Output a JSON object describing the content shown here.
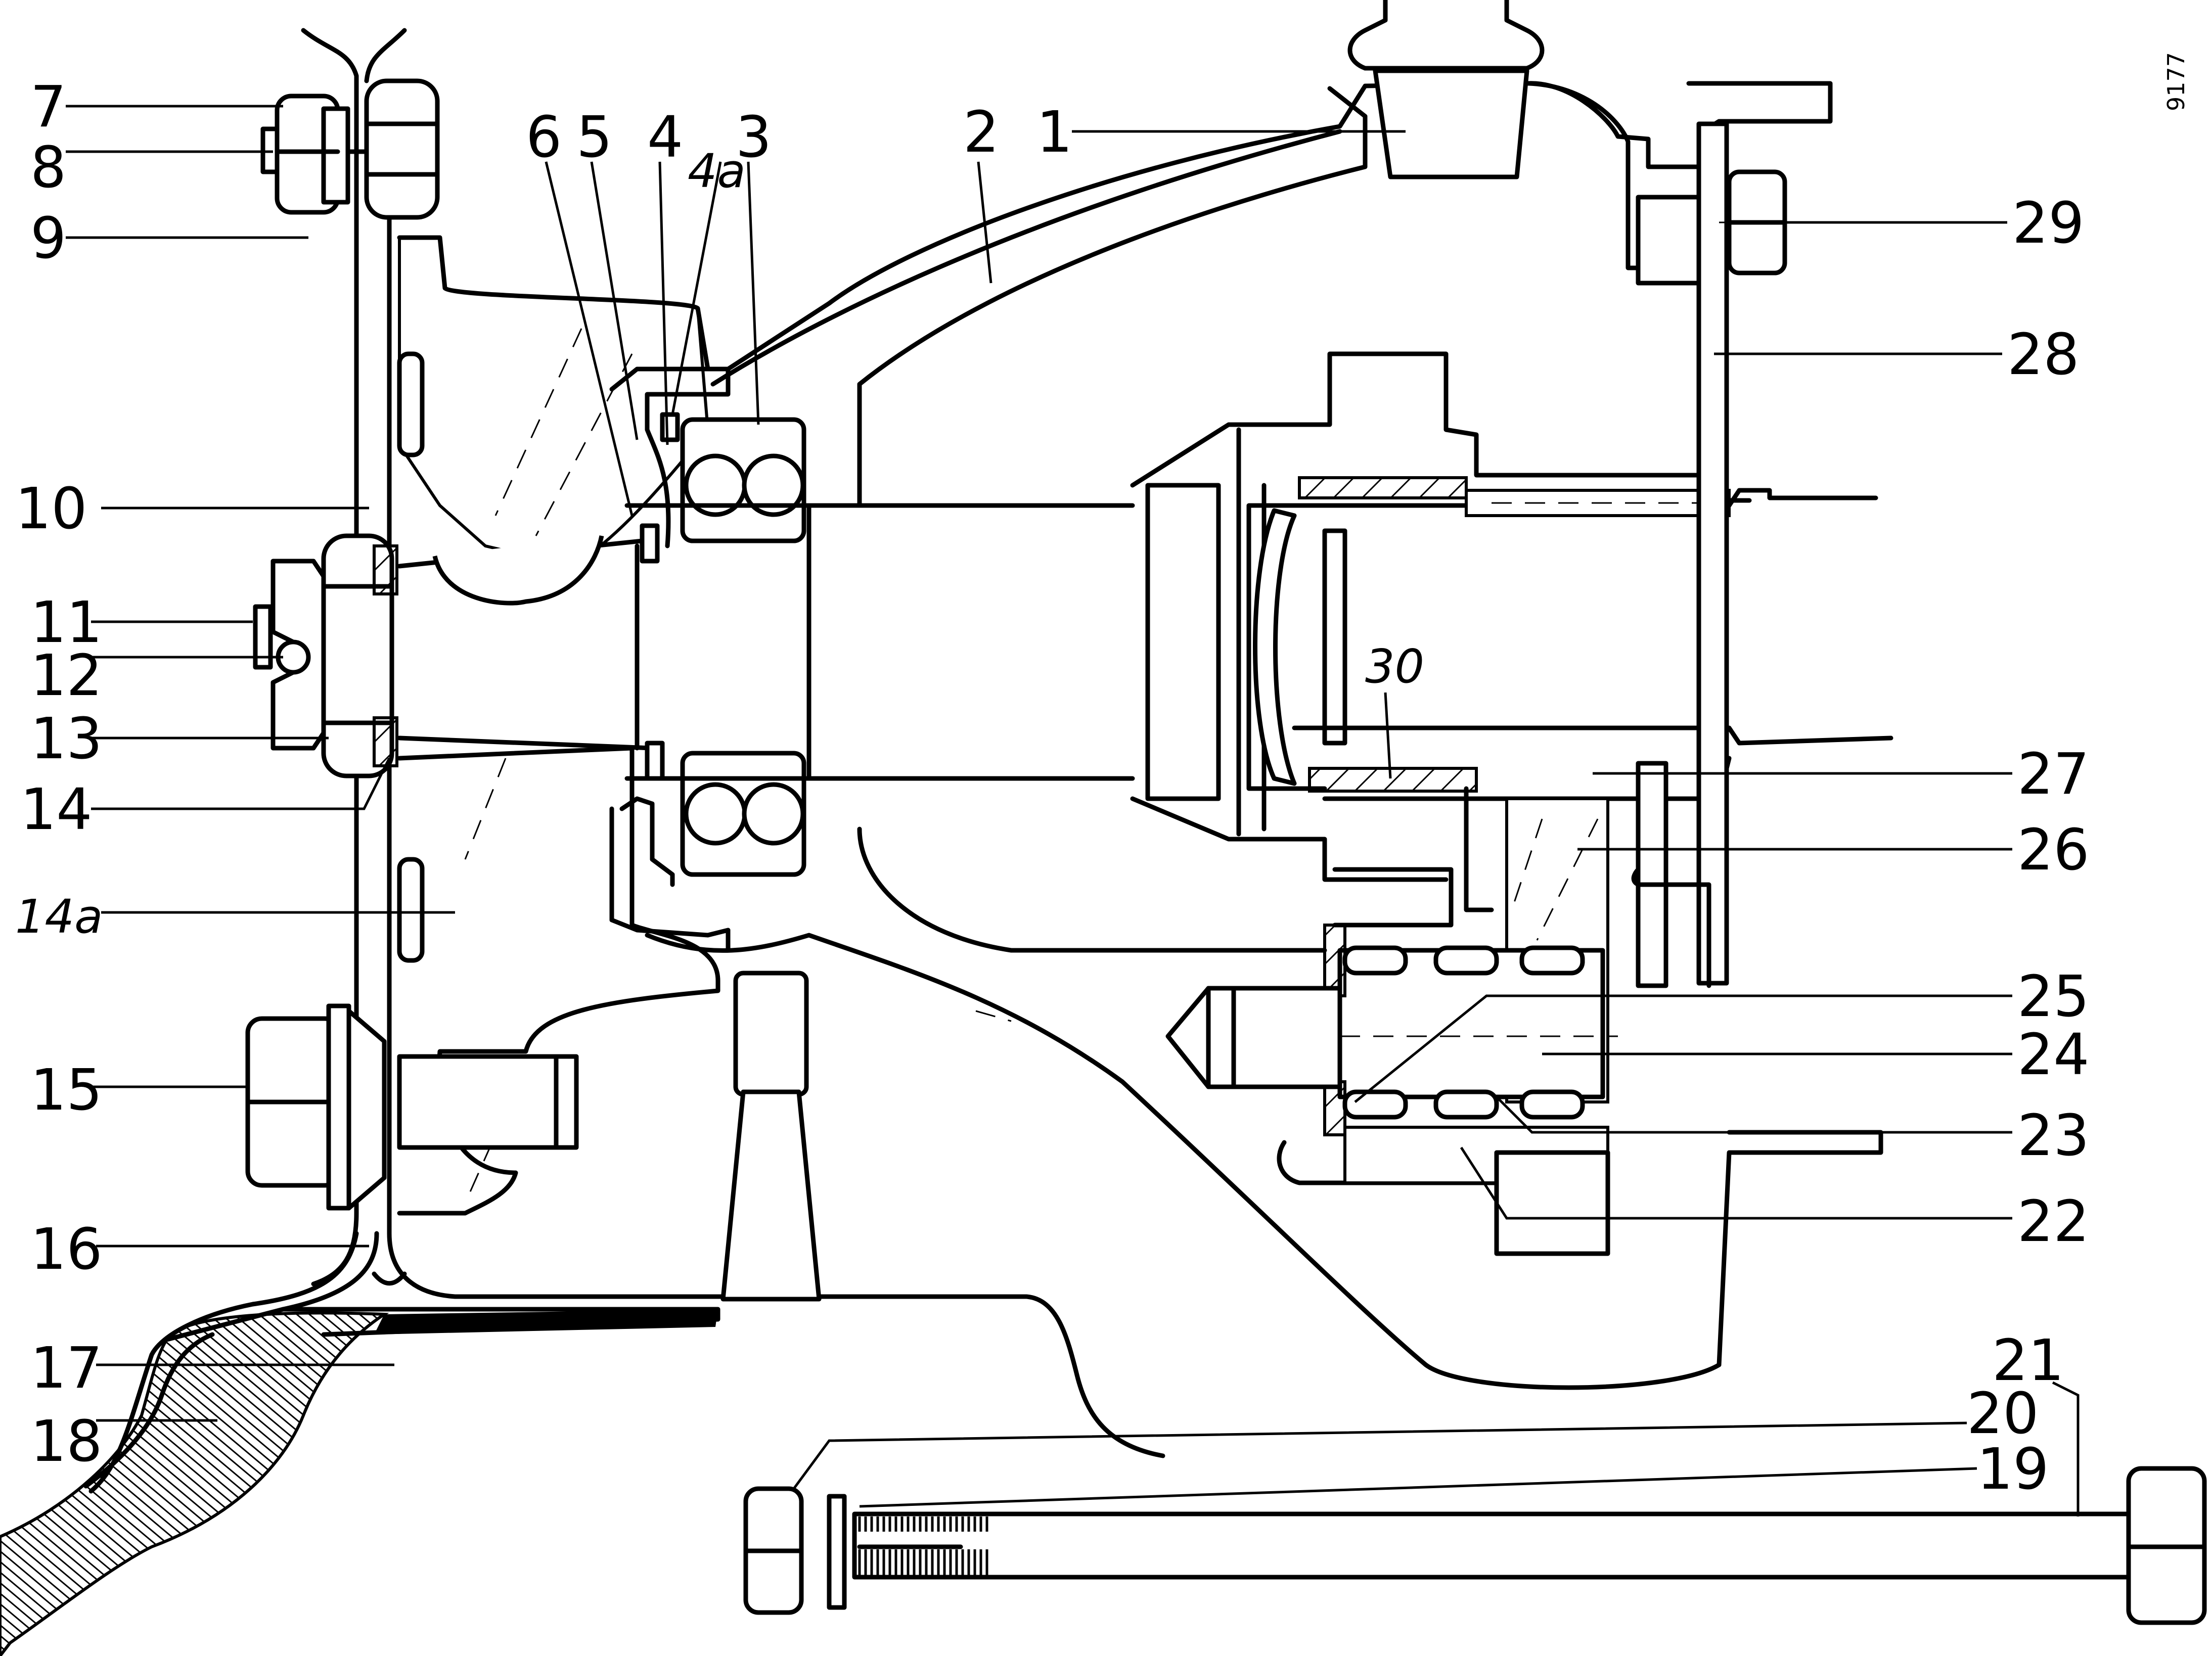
{
  "figure": {
    "reference_number": "9177"
  },
  "callouts": [
    {
      "id": "1",
      "text": "1"
    },
    {
      "id": "2",
      "text": "2"
    },
    {
      "id": "3",
      "text": "3"
    },
    {
      "id": "4",
      "text": "4"
    },
    {
      "id": "4a",
      "text": "4a"
    },
    {
      "id": "5",
      "text": "5"
    },
    {
      "id": "6",
      "text": "6"
    },
    {
      "id": "7",
      "text": "7"
    },
    {
      "id": "8",
      "text": "8"
    },
    {
      "id": "9",
      "text": "9"
    },
    {
      "id": "10",
      "text": "10"
    },
    {
      "id": "11",
      "text": "11"
    },
    {
      "id": "12",
      "text": "12"
    },
    {
      "id": "13",
      "text": "13"
    },
    {
      "id": "14",
      "text": "14"
    },
    {
      "id": "14a",
      "text": "14a"
    },
    {
      "id": "15",
      "text": "15"
    },
    {
      "id": "16",
      "text": "16"
    },
    {
      "id": "17",
      "text": "17"
    },
    {
      "id": "18",
      "text": "18"
    },
    {
      "id": "19",
      "text": "19"
    },
    {
      "id": "20",
      "text": "20"
    },
    {
      "id": "21",
      "text": "21"
    },
    {
      "id": "22",
      "text": "22"
    },
    {
      "id": "23",
      "text": "23"
    },
    {
      "id": "24",
      "text": "24"
    },
    {
      "id": "25",
      "text": "25"
    },
    {
      "id": "26",
      "text": "26"
    },
    {
      "id": "27",
      "text": "27"
    },
    {
      "id": "28",
      "text": "28"
    },
    {
      "id": "29",
      "text": "29"
    },
    {
      "id": "30",
      "text": "30"
    }
  ]
}
